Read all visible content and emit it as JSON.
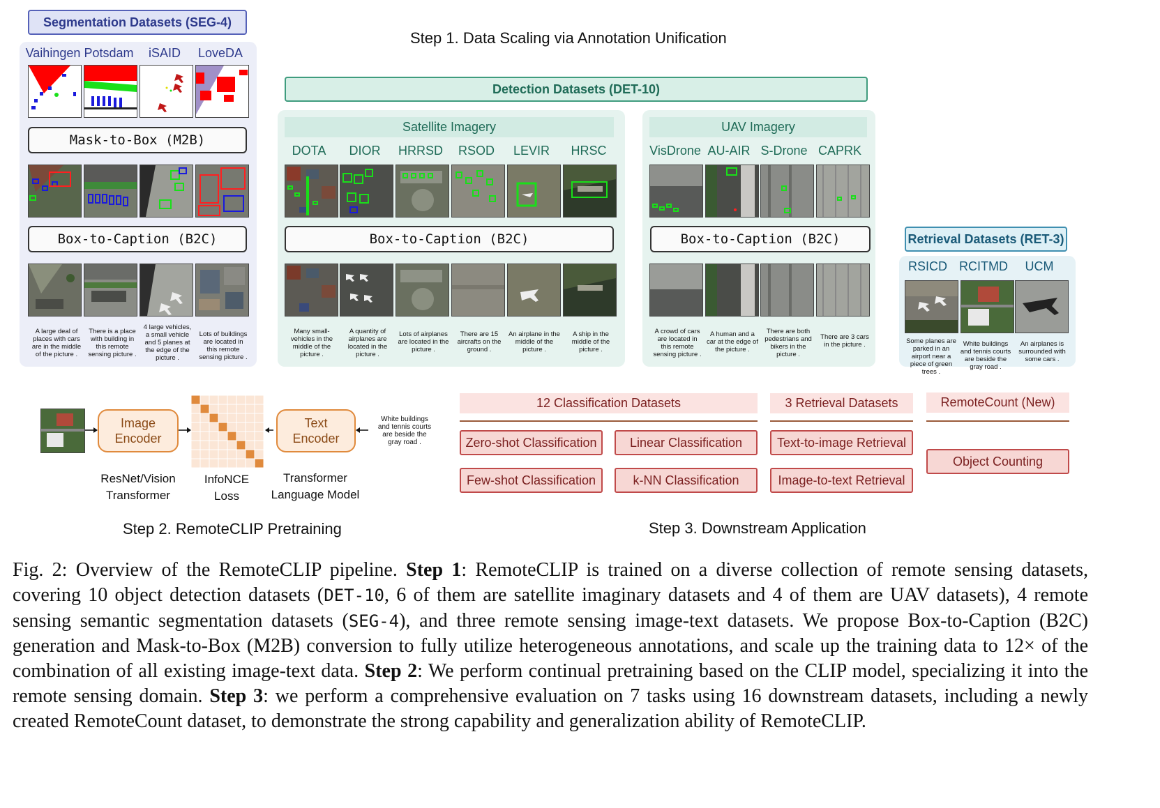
{
  "step1": {
    "title": "Step 1. Data Scaling via Annotation Unification",
    "seg": {
      "header": "Segmentation Datasets (SEG-4)",
      "datasets": [
        "Vaihingen",
        "Potsdam",
        "iSAID",
        "LoveDA"
      ],
      "m2b": "Mask-to-Box (M2B)",
      "b2c": "Box-to-Caption (B2C)",
      "captions": [
        "A large deal of places with cars are in the middle of the picture .",
        "There is a place with building in this remote sensing picture .",
        "4 large vehicles, a small vehicle and 5 planes at the edge of the picture .",
        "Lots of buildings are located in this remote sensing picture ."
      ]
    },
    "det": {
      "header": "Detection Datasets (DET-10)",
      "satellite": {
        "label": "Satellite Imagery",
        "datasets": [
          "DOTA",
          "DIOR",
          "HRRSD",
          "RSOD",
          "LEVIR",
          "HRSC"
        ],
        "b2c": "Box-to-Caption (B2C)",
        "captions": [
          "Many small-vehicles in the middle of the picture .",
          "A quantity of airplanes are located in the picture .",
          "Lots of airplanes are located in the picture .",
          "There are 15 aircrafts on the ground .",
          "An airplane in the middle of the picture .",
          "A ship in the middle of the picture ."
        ]
      },
      "uav": {
        "label": "UAV Imagery",
        "datasets": [
          "VisDrone",
          "AU-AIR",
          "S-Drone",
          "CAPRK"
        ],
        "b2c": "Box-to-Caption (B2C)",
        "captions": [
          "A crowd of cars are located in this remote sensing picture .",
          "A human and a car at the edge of the picture .",
          "There are both pedestrians and bikers in the picture .",
          "There are 3 cars in the picture ."
        ]
      }
    },
    "ret": {
      "header": "Retrieval Datasets (RET-3)",
      "datasets": [
        "RSICD",
        "RCITMD",
        "UCM"
      ],
      "captions": [
        "Some planes are parked in an airport near a piece of green trees .",
        "White buildings and tennis courts are beside the gray road .",
        "An airplanes is surrounded with some cars ."
      ]
    }
  },
  "step2": {
    "title": "Step 2. RemoteCLIP Pretraining",
    "image_encoder": "Image\nEncoder",
    "text_encoder": "Text\nEncoder",
    "image_encoder_label": "ResNet/Vision\nTransformer",
    "loss_label": "InfoNCE\nLoss",
    "text_encoder_label": "Transformer\nLanguage Model",
    "input_text": "White buildings and tennis courts are beside the gray road ."
  },
  "step3": {
    "title": "Step 3. Downstream Application",
    "groups": [
      {
        "title": "12 Classification Datasets",
        "tasks": [
          "Zero-shot Classification",
          "Linear Classification",
          "Few-shot Classification",
          "k-NN Classification"
        ]
      },
      {
        "title": "3 Retrieval Datasets",
        "tasks": [
          "Text-to-image Retrieval",
          "Image-to-text Retrieval"
        ]
      },
      {
        "title": "RemoteCount (New)",
        "tasks": [
          "Object Counting"
        ]
      }
    ]
  },
  "caption": {
    "prefix": "Fig. 2: Overview of the RemoteCLIP pipeline. ",
    "s1_label": "Step 1",
    "s1_a": ": RemoteCLIP is trained on a diverse collection of remote sensing datasets, covering 10 object detection datasets (",
    "s1_code1": "DET-10",
    "s1_b": ", 6 of them are satellite imaginary datasets and 4 of them are UAV datasets), 4 remote sensing semantic segmentation datasets (",
    "s1_code2": "SEG-4",
    "s1_c": "), and three remote sensing image-text datasets. We propose Box-to-Caption (B2C) generation and Mask-to-Box (M2B) conversion to fully utilize heterogeneous annotations, and scale up the training data to 12× of the combination of all existing image-text data. ",
    "s2_label": "Step 2",
    "s2_text": ": We perform continual pretraining based on the CLIP model, specializing it into the remote sensing domain. ",
    "s3_label": "Step 3",
    "s3_text": ": we perform a comprehensive evaluation on 7 tasks using 16 downstream datasets, including a newly created RemoteCount dataset, to demonstrate the strong capability and generalization ability of RemoteCLIP."
  },
  "colors": {
    "seg_accent": "#2e3a8c",
    "det_accent": "#1f6b57",
    "ret_accent": "#1a5a78",
    "task_accent": "#c04a4a",
    "encoder_accent": "#e08a3c",
    "box_green": "#19e019",
    "box_blue": "#1a1adc"
  }
}
